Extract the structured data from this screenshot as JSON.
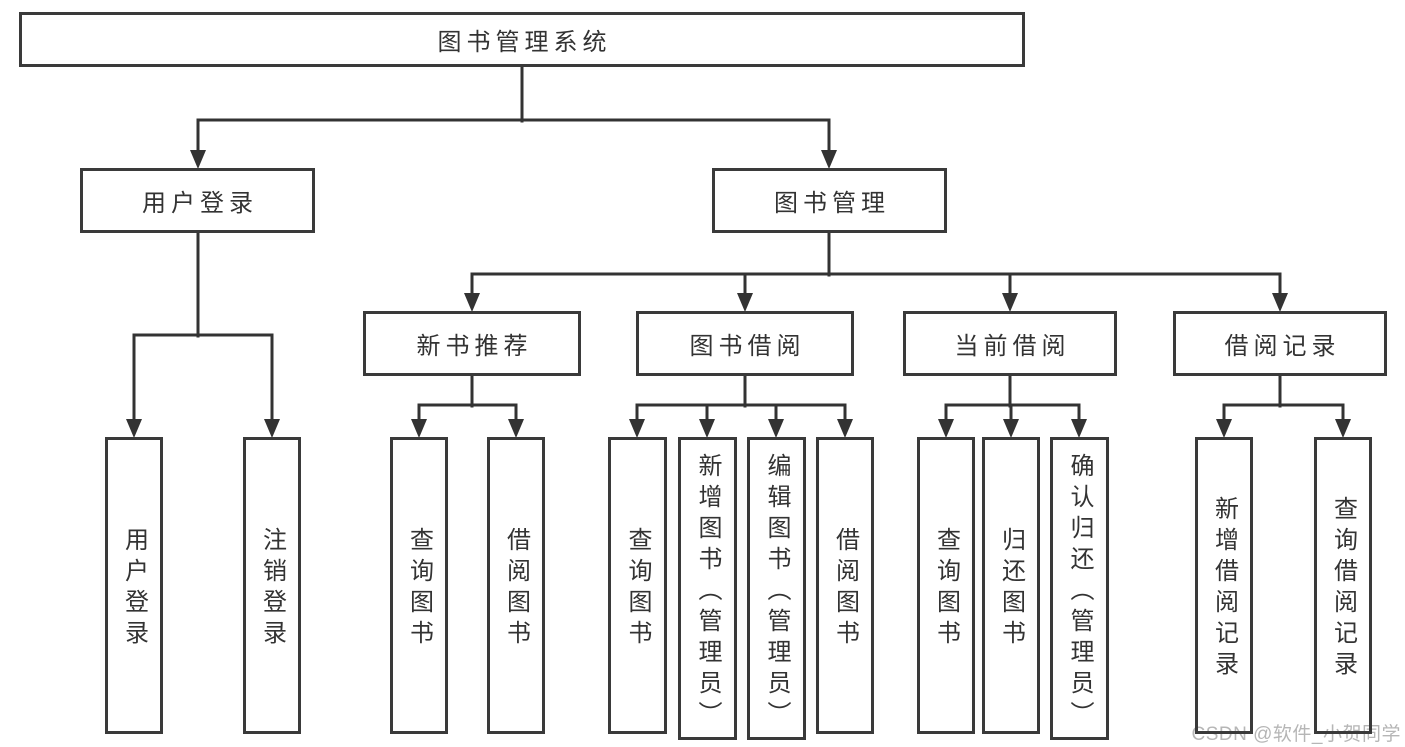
{
  "tree": {
    "root": "图书管理系统",
    "level1": [
      {
        "label": "用户登录",
        "children": [
          {
            "label": "用户登录"
          },
          {
            "label": "注销登录"
          }
        ]
      },
      {
        "label": "图书管理",
        "children": [
          {
            "label": "新书推荐",
            "children": [
              {
                "label": "查询图书"
              },
              {
                "label": "借阅图书"
              }
            ]
          },
          {
            "label": "图书借阅",
            "children": [
              {
                "label": "查询图书"
              },
              {
                "label": "新增图书（管理员）"
              },
              {
                "label": "编辑图书（管理员）"
              },
              {
                "label": "借阅图书"
              }
            ]
          },
          {
            "label": "当前借阅",
            "children": [
              {
                "label": "查询图书"
              },
              {
                "label": "归还图书"
              },
              {
                "label": "确认归还（管理员）"
              }
            ]
          },
          {
            "label": "借阅记录",
            "children": [
              {
                "label": "新增借阅记录"
              },
              {
                "label": "查询借阅记录"
              }
            ]
          }
        ]
      }
    ]
  },
  "watermark": {
    "text": "CSDN @软件_小贺同学",
    "color": "#b6b6b6"
  },
  "colors": {
    "line": "#333333",
    "box_border": "#3a3a3a",
    "text": "#333333",
    "background": "#ffffff"
  }
}
